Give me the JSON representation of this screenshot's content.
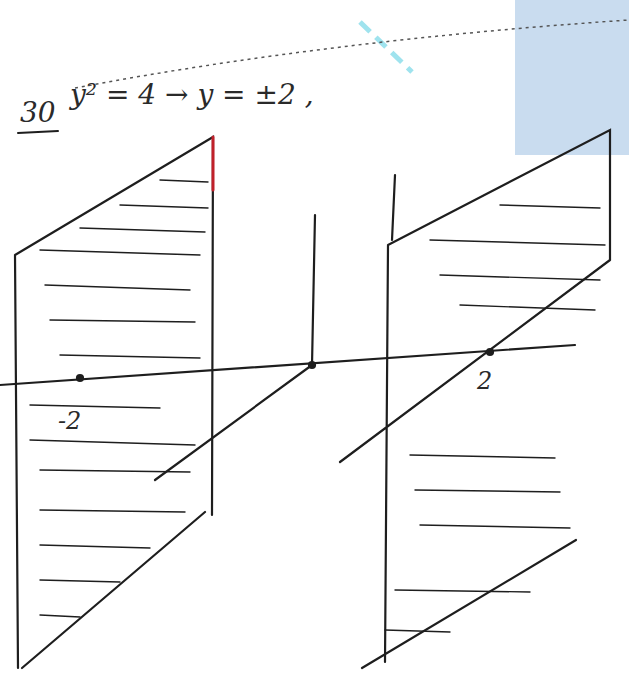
{
  "diagram": {
    "labels": [
      "30",
      "y² = 4 → y = ±2 ,",
      "-2",
      "2"
    ]
  }
}
